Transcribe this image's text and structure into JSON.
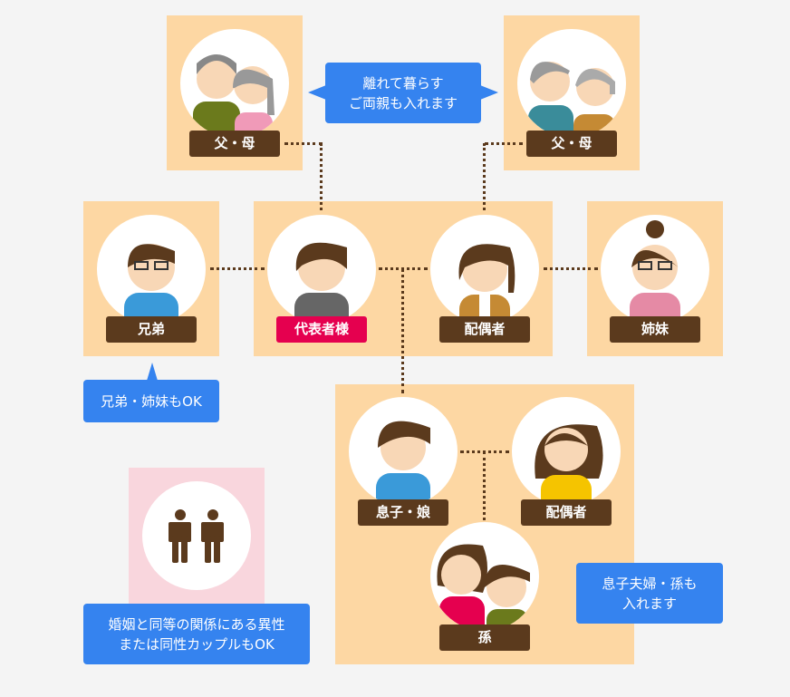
{
  "nodes": {
    "parents_left": "父・母",
    "parents_right": "父・母",
    "sibling_brother": "兄弟",
    "representative": "代表者様",
    "spouse": "配偶者",
    "sibling_sister": "姉妹",
    "child": "息子・娘",
    "child_spouse": "配偶者",
    "grandchild": "孫"
  },
  "bubbles": {
    "parents": [
      "離れて暮らす",
      "ご両親も入れます"
    ],
    "siblings": "兄弟・姉妹もOK",
    "partner": [
      "婚姻と同等の関係にある異性",
      "または同性カップルもOK"
    ],
    "children": [
      "息子夫婦・孫も",
      "入れます"
    ]
  },
  "colors": {
    "box": "#fdd7a3",
    "label": "#5b3a1d",
    "accent": "#e5004f",
    "bubble": "#3583ef",
    "pink": "#f9d6dd"
  }
}
